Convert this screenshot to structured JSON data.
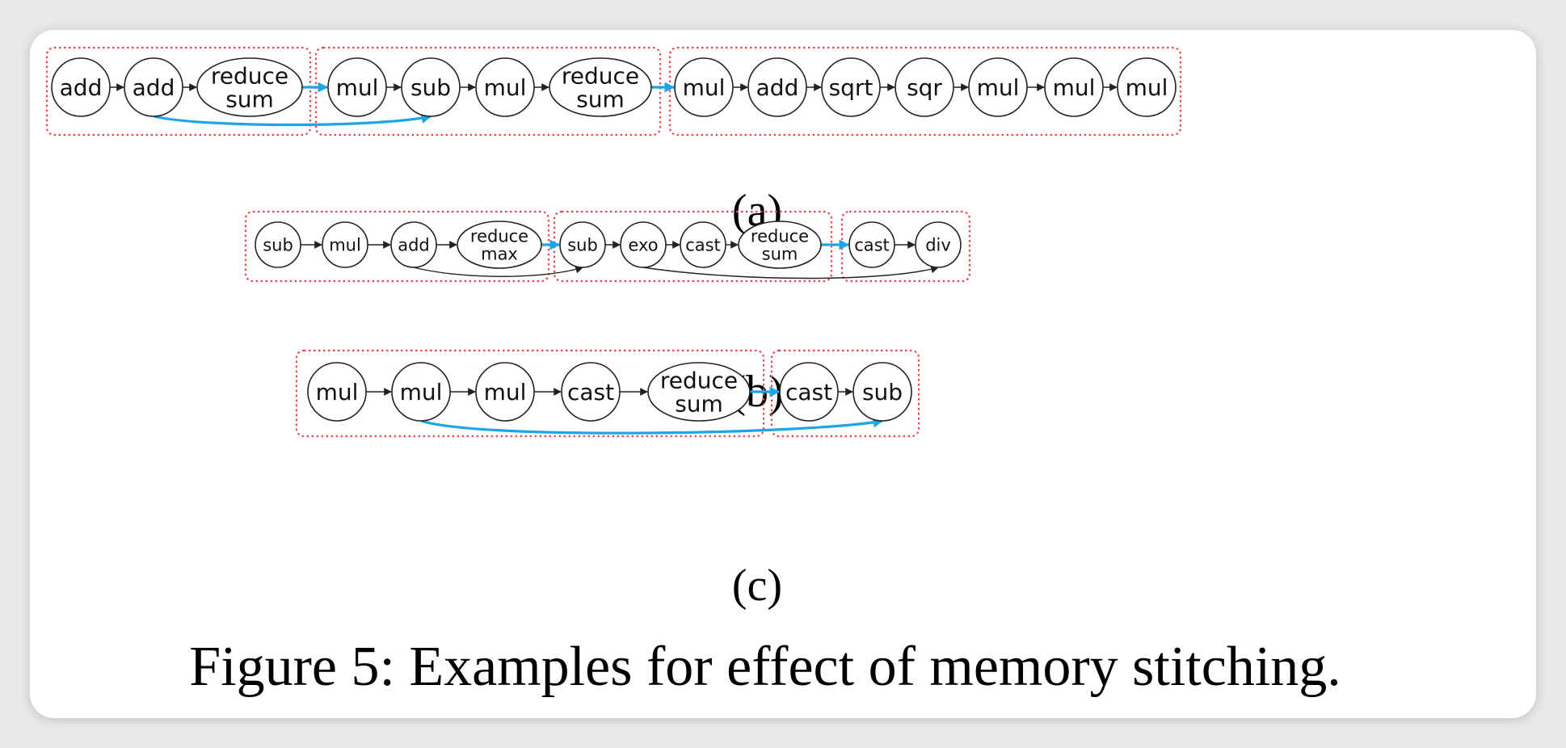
{
  "caption": "Figure 5: Examples for effect of memory stitching.",
  "colors": {
    "group_border": "#e8474b",
    "stitch_edge": "#1ea5e3",
    "edge": "#222222"
  },
  "panels": [
    {
      "label": "(a)",
      "nodes": [
        {
          "label": "add",
          "shape": "circle"
        },
        {
          "label": "add",
          "shape": "circle"
        },
        {
          "label": "reduce\nsum",
          "shape": "ellipse"
        },
        {
          "label": "mul",
          "shape": "circle"
        },
        {
          "label": "sub",
          "shape": "circle"
        },
        {
          "label": "mul",
          "shape": "circle"
        },
        {
          "label": "reduce\nsum",
          "shape": "ellipse"
        },
        {
          "label": "mul",
          "shape": "circle"
        },
        {
          "label": "add",
          "shape": "circle"
        },
        {
          "label": "sqrt",
          "shape": "circle"
        },
        {
          "label": "sqr",
          "shape": "circle"
        },
        {
          "label": "mul",
          "shape": "circle"
        },
        {
          "label": "mul",
          "shape": "circle"
        },
        {
          "label": "mul",
          "shape": "circle"
        }
      ],
      "groups": [
        [
          0,
          2
        ],
        [
          3,
          6
        ],
        [
          7,
          13
        ]
      ],
      "edges": [
        {
          "from": 0,
          "to": 1,
          "stitched": false
        },
        {
          "from": 1,
          "to": 2,
          "stitched": false
        },
        {
          "from": 2,
          "to": 3,
          "stitched": true
        },
        {
          "from": 3,
          "to": 4,
          "stitched": false
        },
        {
          "from": 4,
          "to": 5,
          "stitched": false
        },
        {
          "from": 5,
          "to": 6,
          "stitched": false
        },
        {
          "from": 6,
          "to": 7,
          "stitched": true
        },
        {
          "from": 7,
          "to": 8,
          "stitched": false
        },
        {
          "from": 8,
          "to": 9,
          "stitched": false
        },
        {
          "from": 9,
          "to": 10,
          "stitched": false
        },
        {
          "from": 10,
          "to": 11,
          "stitched": false
        },
        {
          "from": 11,
          "to": 12,
          "stitched": false
        },
        {
          "from": 12,
          "to": 13,
          "stitched": false
        },
        {
          "from": 1,
          "to": 4,
          "stitched": true
        }
      ]
    },
    {
      "label": "(b)",
      "nodes": [
        {
          "label": "sub",
          "shape": "circle"
        },
        {
          "label": "mul",
          "shape": "circle"
        },
        {
          "label": "add",
          "shape": "circle"
        },
        {
          "label": "reduce\nmax",
          "shape": "ellipse"
        },
        {
          "label": "sub",
          "shape": "circle"
        },
        {
          "label": "exo",
          "shape": "circle"
        },
        {
          "label": "cast",
          "shape": "circle"
        },
        {
          "label": "reduce\nsum",
          "shape": "ellipse"
        },
        {
          "label": "cast",
          "shape": "circle"
        },
        {
          "label": "div",
          "shape": "circle"
        }
      ],
      "groups": [
        [
          0,
          3
        ],
        [
          4,
          7
        ],
        [
          8,
          9
        ]
      ],
      "edges": [
        {
          "from": 0,
          "to": 1,
          "stitched": false
        },
        {
          "from": 1,
          "to": 2,
          "stitched": false
        },
        {
          "from": 2,
          "to": 3,
          "stitched": false
        },
        {
          "from": 3,
          "to": 4,
          "stitched": true
        },
        {
          "from": 4,
          "to": 5,
          "stitched": false
        },
        {
          "from": 5,
          "to": 6,
          "stitched": false
        },
        {
          "from": 6,
          "to": 7,
          "stitched": false
        },
        {
          "from": 7,
          "to": 8,
          "stitched": true
        },
        {
          "from": 8,
          "to": 9,
          "stitched": false
        },
        {
          "from": 2,
          "to": 4,
          "stitched": false
        },
        {
          "from": 5,
          "to": 9,
          "stitched": false
        }
      ]
    },
    {
      "label": "(c)",
      "nodes": [
        {
          "label": "mul",
          "shape": "circle"
        },
        {
          "label": "mul",
          "shape": "circle"
        },
        {
          "label": "mul",
          "shape": "circle"
        },
        {
          "label": "cast",
          "shape": "circle"
        },
        {
          "label": "reduce\nsum",
          "shape": "ellipse"
        },
        {
          "label": "cast",
          "shape": "circle"
        },
        {
          "label": "sub",
          "shape": "circle"
        }
      ],
      "groups": [
        [
          0,
          4
        ],
        [
          5,
          6
        ]
      ],
      "edges": [
        {
          "from": 0,
          "to": 1,
          "stitched": false
        },
        {
          "from": 1,
          "to": 2,
          "stitched": false
        },
        {
          "from": 2,
          "to": 3,
          "stitched": false
        },
        {
          "from": 3,
          "to": 4,
          "stitched": false
        },
        {
          "from": 4,
          "to": 5,
          "stitched": true
        },
        {
          "from": 5,
          "to": 6,
          "stitched": false
        },
        {
          "from": 1,
          "to": 6,
          "stitched": true
        }
      ]
    }
  ]
}
